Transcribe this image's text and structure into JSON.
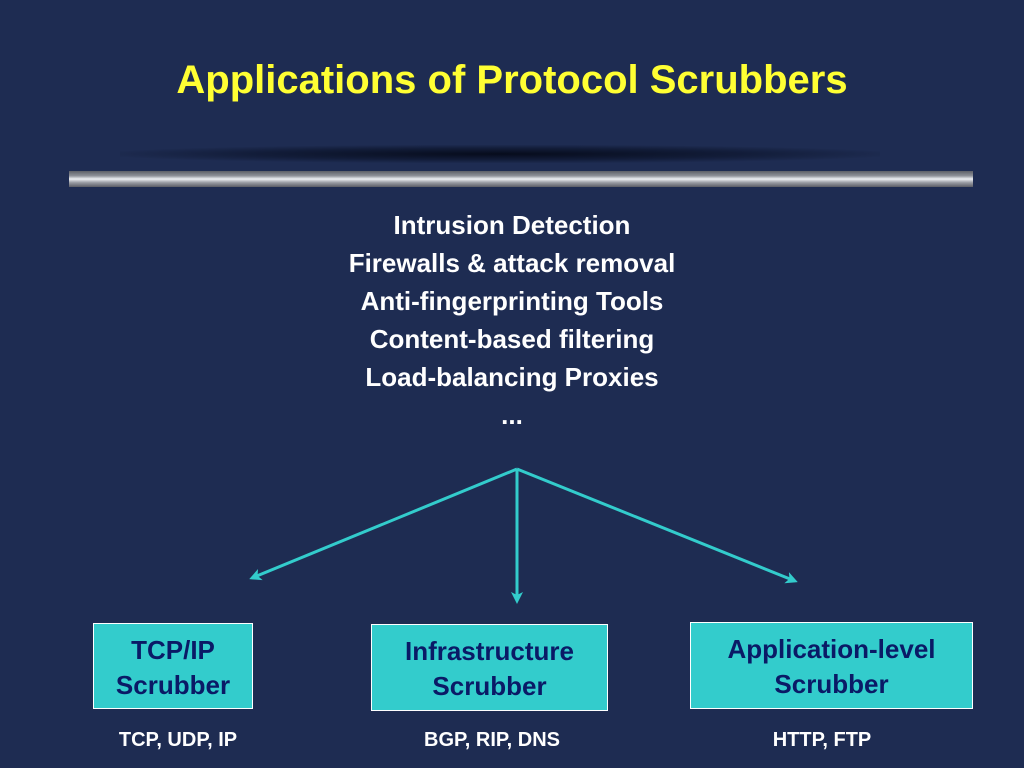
{
  "title": "Applications of Protocol Scrubbers",
  "applications": [
    "Intrusion Detection",
    "Firewalls & attack removal",
    "Anti-fingerprinting Tools",
    "Content-based filtering",
    "Load-balancing Proxies",
    "..."
  ],
  "scrubbers": [
    {
      "line1": "TCP/IP",
      "line2": "Scrubber",
      "protocols": "TCP, UDP, IP"
    },
    {
      "line1": "Infrastructure",
      "line2": "Scrubber",
      "protocols": "BGP, RIP, DNS"
    },
    {
      "line1": "Application-level",
      "line2": "Scrubber",
      "protocols": "HTTP, FTP"
    }
  ],
  "colors": {
    "background": "#1e2c52",
    "title": "#ffff33",
    "arrow": "#33cccc",
    "box_fill": "#33cccc",
    "box_text": "#0a1a66"
  }
}
